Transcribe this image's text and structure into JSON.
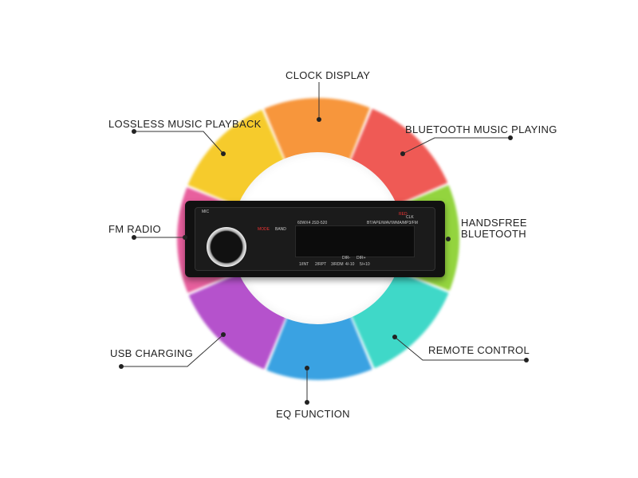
{
  "features": {
    "clock_display": "CLOCK DISPLAY",
    "lossless": "LOSSLESS MUSIC PLAYBACK",
    "bluetooth_music": "BLUETOOTH MUSIC PLAYING",
    "fm_radio": "FM RADIO",
    "handsfree_1": "HANDSFREE",
    "handsfree_2": "BLUETOOTH",
    "usb_charging": "USB CHARGING",
    "remote_control": "REMOTE CONTROL",
    "eq_function": "EQ FUNCTION"
  },
  "stereo": {
    "mic": "MIC",
    "mode": "MODE",
    "band": "BAND",
    "model": "60WX4 JSD-520",
    "formats": "BT/APE/WAV/WMA/MP3/FM",
    "clk": "CLK",
    "red": "RED",
    "buttons": [
      "1/INT",
      "2/RPT",
      "3/RDM",
      "4/-10",
      "5/+10"
    ],
    "dir_minus": "DIR-",
    "dir_plus": "DIR+"
  },
  "colors": {
    "orange": "#f7963c",
    "red": "#ef5a55",
    "green": "#93d43e",
    "teal": "#3fd8c8",
    "blue": "#3aa2e2",
    "purple": "#b552cc",
    "pink": "#e8609e",
    "yellow": "#f6cb2c"
  }
}
